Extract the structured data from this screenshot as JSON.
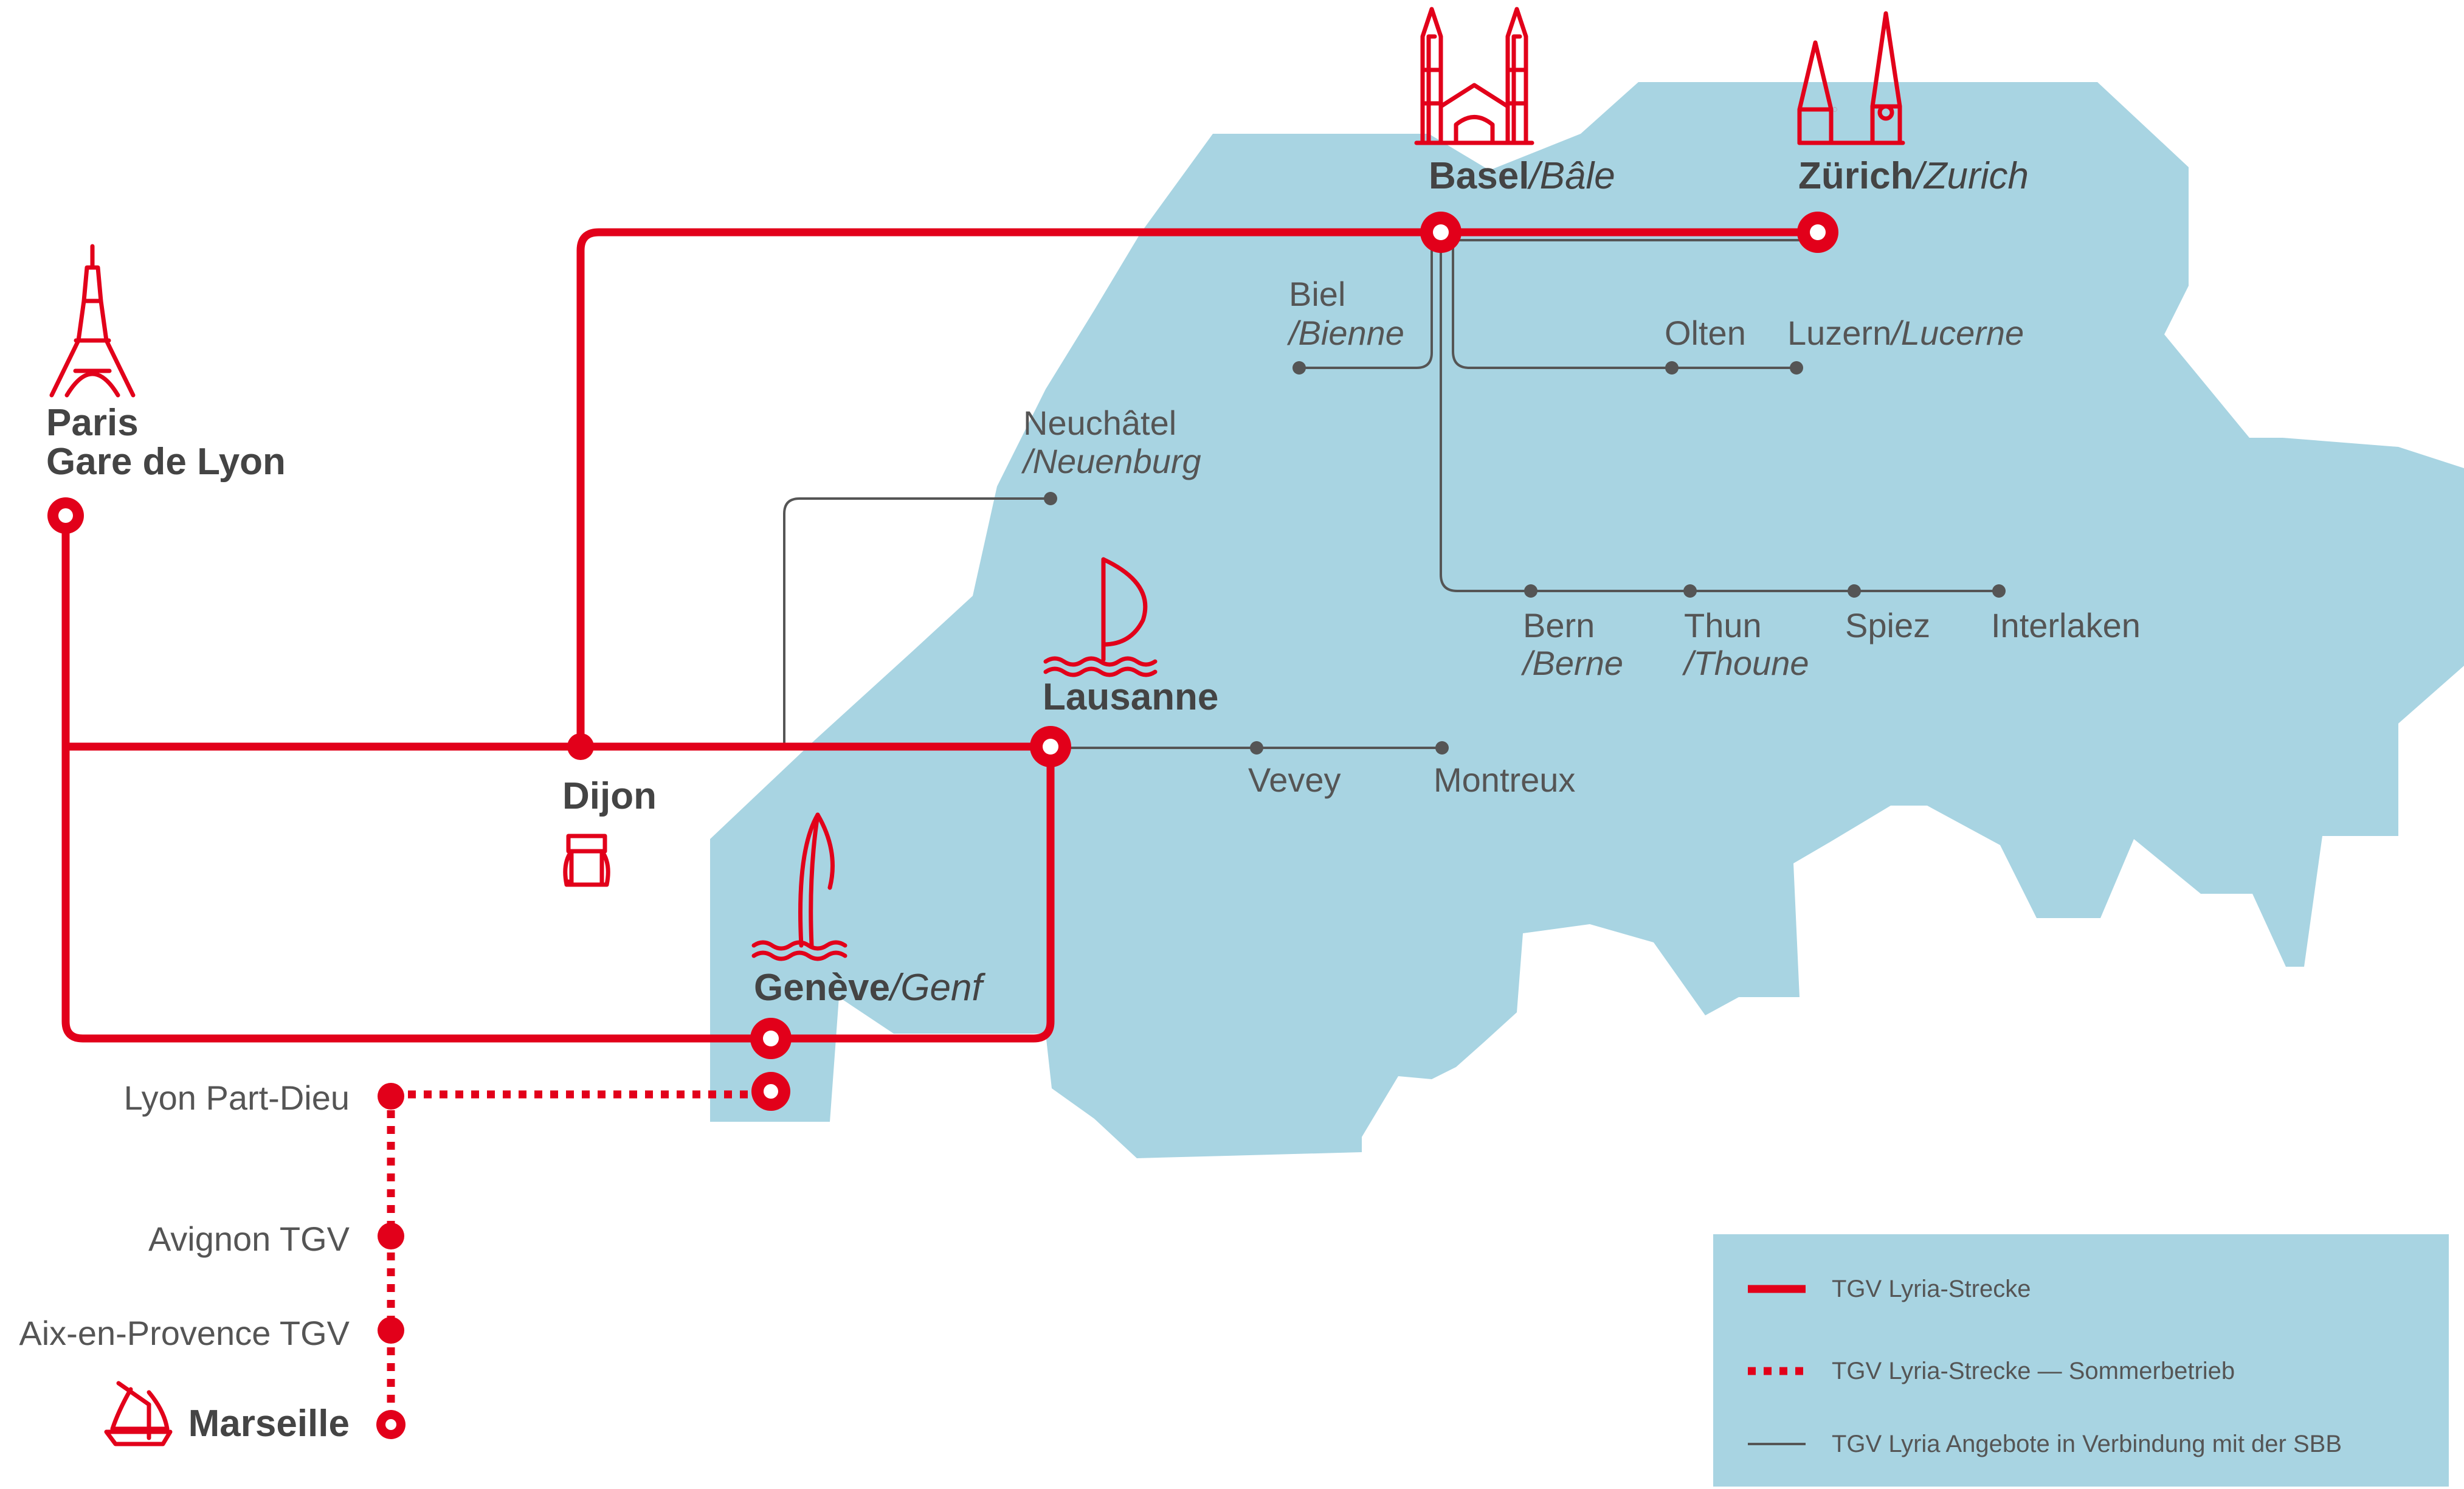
{
  "colors": {
    "route_red": "#e2001a",
    "switzerland_fill": "#a8d4e2",
    "sbb_line": "#555555",
    "text": "#555555"
  },
  "icons": {
    "paris": "eiffel-tower-icon",
    "basel": "basel-minster-icon",
    "zurich": "zurich-church-icon",
    "lausanne": "lausanne-sailboat-icon",
    "geneve": "jet-d-eau-icon",
    "dijon": "mustard-jar-icon",
    "marseille": "sailing-boat-icon"
  },
  "cities": {
    "paris_line1": "Paris",
    "paris_line2": "Gare de Lyon",
    "basel": "Basel",
    "basel_alt": "/Bâle",
    "zurich": "Zürich",
    "zurich_alt": "/Zurich",
    "biel": "Biel",
    "biel_alt": "/Bienne",
    "olten": "Olten",
    "luzern": "Luzern",
    "luzern_alt": "/Lucerne",
    "neuchatel": "Neuchâtel",
    "neuchatel_alt": "/Neuenburg",
    "bern": "Bern",
    "bern_alt": "/Berne",
    "thun": "Thun",
    "thun_alt": "/Thoune",
    "spiez": "Spiez",
    "interlaken": "Interlaken",
    "lausanne": "Lausanne",
    "vevey": "Vevey",
    "montreux": "Montreux",
    "dijon": "Dijon",
    "geneve": "Genève",
    "geneve_alt": "/Genf",
    "lyon": "Lyon Part-Dieu",
    "avignon": "Avignon TGV",
    "aix": "Aix-en-Provence TGV",
    "marseille": "Marseille"
  },
  "legend": {
    "solid": "TGV Lyria-Strecke",
    "dotted": "TGV Lyria-Strecke — Sommerbetrieb",
    "thin": "TGV Lyria Angebote in Verbindung mit der SBB"
  }
}
